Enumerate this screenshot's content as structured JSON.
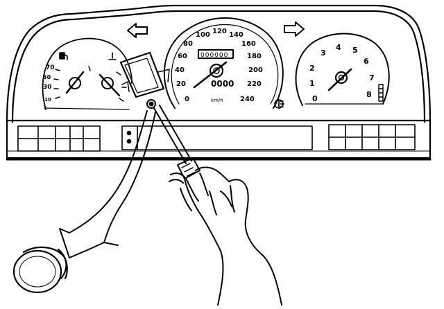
{
  "colors": {
    "ink": "#000000",
    "paper": "#ffffff"
  },
  "left_gauges": {
    "temp_scale": [
      "70",
      "50",
      "30",
      "10"
    ],
    "fuel_symbol": "fuel-pump-icon",
    "temp_symbol": "thermometer-icon"
  },
  "speedometer": {
    "scale": [
      "0",
      "20",
      "40",
      "60",
      "80",
      "100",
      "120",
      "140",
      "160",
      "180",
      "200",
      "220",
      "240"
    ],
    "odometer": "000000",
    "trip": "0000",
    "unit": "km/h"
  },
  "tachometer": {
    "scale": [
      "0",
      "1",
      "2",
      "3",
      "4",
      "5",
      "6",
      "7",
      "8"
    ]
  },
  "icons": [
    "turn-left-arrow-icon",
    "turn-right-arrow-icon",
    "high-beam-indicator-icon",
    "pointer-tool-icon",
    "hand-icon",
    "knob-icon"
  ]
}
